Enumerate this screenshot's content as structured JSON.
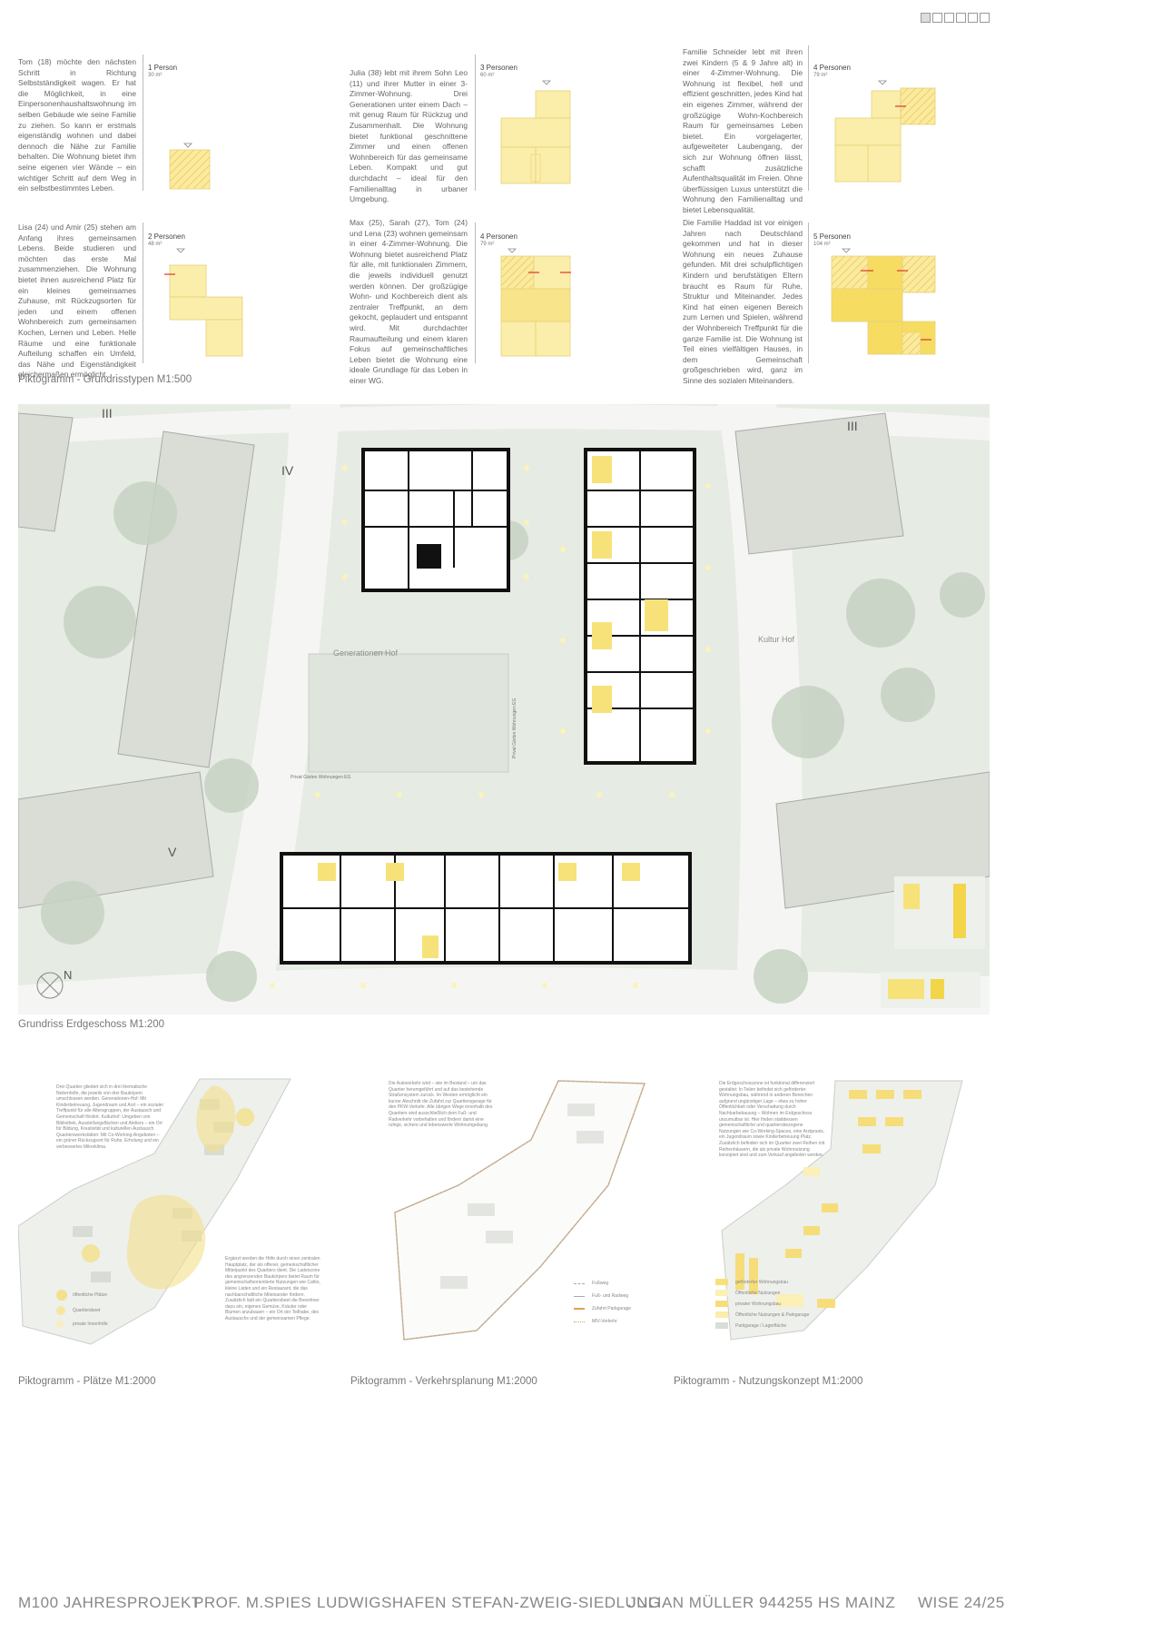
{
  "stories": [
    {
      "text": "Tom (18) möchte den nächsten Schritt in Richtung Selbstständigkeit wagen. Er hat die Möglichkeit, in eine Einpersonenhaushaltswohnung im selben Gebäude wie seine Familie zu ziehen. So kann er erstmals eigenständig wohnen und dabei dennoch die Nähe zur Familie behalten. Die Wohnung bietet ihm seine eigenen vier Wände – ein wichtiger Schritt auf dem Weg in ein selbstbestimmtes Leben.",
      "persons": "1 Person",
      "area": "30 m²"
    },
    {
      "text": "Julia (38) lebt mit ihrem Sohn Leo (11) und ihrer Mutter in einer 3-Zimmer-Wohnung. Drei Generationen unter einem Dach – mit genug Raum für Rückzug und Zusammenhalt. Die Wohnung bietet funktional geschnittene Zimmer und einen offenen Wohnbereich für das gemeinsame Leben. Kompakt und gut durchdacht – ideal für den Familienalltag in urbaner Umgebung.",
      "persons": "3 Personen",
      "area": "60 m²"
    },
    {
      "text": "Familie Schneider lebt mit ihren zwei Kindern (5 & 9 Jahre alt) in einer 4-Zimmer-Wohnung. Die Wohnung ist flexibel, hell und effizient geschnitten, jedes Kind hat ein eigenes Zimmer, während der großzügige Wohn-Kochbereich Raum für gemeinsames Leben bietet. Ein vorgelagerter, aufgeweiteter Laubengang, der sich zur Wohnung öffnen lässt, schafft zusätzliche Aufenthaltsqualität im Freien. Ohne überflüssigen Luxus unterstützt die Wohnung den Familienalltag und bietet Lebensqualität.",
      "persons": "4 Personen",
      "area": "79 m²"
    },
    {
      "text": "Lisa (24) und Amir (25) stehen am Anfang ihres gemeinsamen Lebens. Beide studieren und möchten das erste Mal zusammenziehen. Die Wohnung bietet ihnen ausreichend Platz für ein kleines gemeinsames Zuhause, mit Rückzugsorten für jeden und einem offenen Wohnbereich zum gemeinsamen Kochen, Lernen und Leben. Helle Räume und eine funktionale Aufteilung schaffen ein Umfeld, das Nähe und Eigenständigkeit gleichermaßen ermöglicht.",
      "persons": "2 Personen",
      "area": "48 m²"
    },
    {
      "text": "Max (25), Sarah (27), Tom (24) und Lena (23) wohnen gemeinsam in einer 4-Zimmer-Wohnung. Die Wohnung bietet ausreichend Platz für alle, mit funktionalen Zimmern, die jeweils individuell genutzt werden können. Der großzügige Wohn- und Kochbereich dient als zentraler Treffpunkt, an dem gekocht, geplaudert und entspannt wird. Mit durchdachter Raumaufteilung und einem klaren Fokus auf gemeinschaftliches Leben bietet die Wohnung eine ideale Grundlage für das Leben in einer WG.",
      "persons": "4 Personen",
      "area": "79 m²"
    },
    {
      "text": "Die Familie Haddad ist vor einigen Jahren nach Deutschland gekommen und hat in dieser Wohnung ein neues Zuhause gefunden. Mit drei schulpflichtigen Kindern und berufstätigen Eltern braucht es Raum für Ruhe, Struktur und Miteinander. Jedes Kind hat einen eigenen Bereich zum Lernen und Spielen, während der Wohnbereich Treffpunkt für die ganze Familie ist. Die Wohnung ist Teil eines vielfältigen Hauses, in dem Gemeinschaft großgeschrieben wird, ganz im Sinne des sozialen Miteinanders.",
      "persons": "5 Personen",
      "area": "104 m²"
    }
  ],
  "captions": {
    "piktogramm_grundriss": "Piktogramm - Grundrisstypen M1:500",
    "grundriss_eg": "Grundriss Erdgeschoss M1:200",
    "plaetze": "Piktogramm - Plätze M1:2000",
    "verkehr": "Piktogramm - Verkehrsplanung M1:2000",
    "nutzung": "Piktogramm - Nutzungskonzept M1:2000"
  },
  "plan_labels": {
    "generationen_hof": "Generationen Hof",
    "kultur_hof": "Kultur Hof",
    "private_gaerten": "Privat Gärten Wohnungen EG",
    "private_gaerten_v": "Privat Gärten Wohnungen EG",
    "roman_iii_left": "III",
    "roman_iv": "IV",
    "roman_v": "V",
    "roman_iii_right": "III",
    "north": "N"
  },
  "bottom_texts": {
    "plaetze_a": "Drei Quartier gliedert sich in drei thematische Nebenhöfe, die jeweils von drei Bauköpern umschlossen werden. Generationen-Hof: Mit Kinderbetreuung, Jugendraum und Arzt – ein sozialer Treffpunkt für alle Altersgruppen, der Austausch und Gemeinschaft fördert. Kulturhof: Umgeben von Bibliothek, Ausstellungsflächen und Ateliers – ein Ort für Bildung, Kreativität und kulturellen Austausch. Quartierswerkstätten: Mit Co-Working-Angeboten – ein grüner Rückzugsort für Ruhe, Erholung und ein verbessertes Mikroklima.",
    "plaetze_b": "Ergänzt werden die Höfe durch einen zentralen Hauptplatz, der als offener, gemeinschaftlicher Mittelpunkt des Quartiers dient. Die Ladenzone des angrenzenden Baukörpers bietet Raum für gemeinschaftsorientierte Nutzungen wie Cafés, kleine Läden und ein Restaurant, die das nachbarschaftliche Miteinander fördern. Zusätzlich lädt ein Quartiersbeet die Bewohner dazu ein, eigenes Gemüse, Kräuter oder Blumen anzubauen – ein Ort der Teilhabe, des Austauschs und der gemeinsamen Pflege.",
    "verkehr": "Die Autoverkehr wird – wie im Bestand – um das Quartier herumgeführt und auf das bestehende Straßensystem zurück. Im Westen ermöglicht ein kurzer Abschnitt die Zufahrt zur Quartiersgarage für den PKW-Verkehr. Alle übrigen Wege innerhalb des Quartiers sind ausschließlich dem Fuß- und Radverkehr vorbehalten und fördern damit eine ruhige, sichere und lebenswerte Wohnumgebung.",
    "nutzung": "Die Erdgeschosszone ist funktional differenziert gestaltet: In Teilen befindet sich geförderter Wohnungsbau, während in anderen Bereichen aufgrund ungünstiger Lage – etwa zu hoher Öffentlichkeit oder Verschattung durch Nachbarbebauung – Wohnen im Erdgeschoss unzumutbar ist. Hier finden stattdessen gemeinschaftliche und quartiersbezogene Nutzungen wie Co-Working-Spaces, eine Arztpraxis, ein Jugendraum sowie Kinderbetreuung Platz. Zusätzlich befinden sich im Quartier zwei Reihen mit Reihenhäusern, die als private Wohnnutzung konzipiert sind und zum Verkauf angeboten werden."
  },
  "legends": {
    "plaetze": [
      "öffentliche Plätze",
      "Quartiersbeet",
      "private Innenhöfe"
    ],
    "verkehr": [
      "Fußweg",
      "Fuß- und Radweg",
      "Zufahrt Parkgarage",
      "MIV-Verkehr"
    ],
    "nutzung": [
      "geförderter Wohnungsbau",
      "Öffentliche Nutzungen",
      "privater Wohnungsbau",
      "Öffentliche Nutzungen & Parkgarage",
      "Parkgarage / Lagerfläche"
    ]
  },
  "footer": {
    "project": "M100 JAHRESPROJEKT",
    "prof": "PROF. M.SPIES",
    "site": "LUDWIGSHAFEN STEFAN-ZWEIG-SIEDLUNG",
    "author": "JULIAN MÜLLER 944255",
    "school": "HS MAINZ",
    "term": "WISE 24/25"
  },
  "colors": {
    "yellow_light": "#fbf0b0",
    "yellow_mid": "#f7e27a",
    "yellow_dark": "#f3d54a",
    "map_bg": "#e8ece5",
    "road": "#f5f6f4",
    "tree": "#c9d3c5",
    "wall": "#111111"
  }
}
